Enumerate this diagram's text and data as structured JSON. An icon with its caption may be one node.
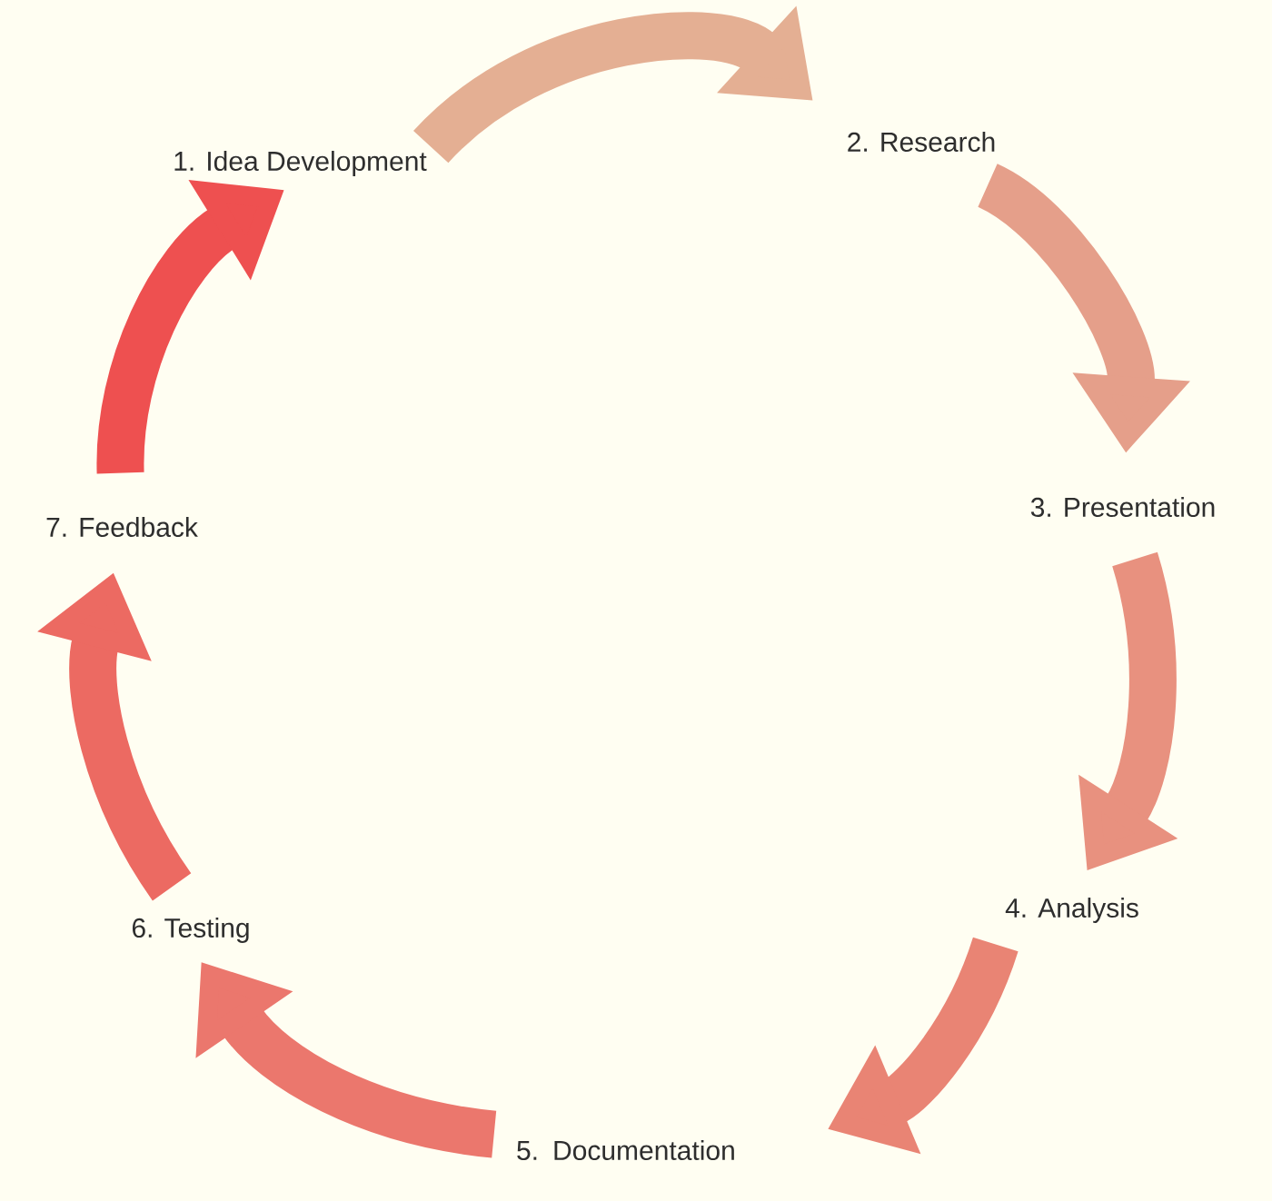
{
  "diagram": {
    "nodes": [
      {
        "text": [
          "1. Idea Development"
        ]
      },
      {
        "text": [
          "2. Research"
        ]
      },
      {
        "text": [
          "3. Presentation"
        ]
      },
      {
        "text": [
          "4. Analysis"
        ]
      },
      {
        "text": [
          "5. Documentation"
        ]
      },
      {
        "text": [
          "6. Testing"
        ]
      },
      {
        "text": [
          "7. Feedback"
        ]
      }
    ],
    "edges": [
      {
        "from": 0,
        "to": 1,
        "arrow": "to",
        "color": "#e4af93"
      },
      {
        "from": 1,
        "to": 2,
        "arrow": "to",
        "color": "#e59f8a"
      },
      {
        "from": 2,
        "to": 3,
        "arrow": "to",
        "color": "#e8917f"
      },
      {
        "from": 3,
        "to": 4,
        "arrow": "to",
        "color": "#e98474"
      },
      {
        "from": 4,
        "to": 5,
        "arrow": "to",
        "color": "#eb776d"
      },
      {
        "from": 5,
        "to": 6,
        "arrow": "to",
        "color": "#ec6a62"
      },
      {
        "from": 6,
        "to": 0,
        "arrow": "to",
        "color": "#ee5050"
      }
    ]
  }
}
